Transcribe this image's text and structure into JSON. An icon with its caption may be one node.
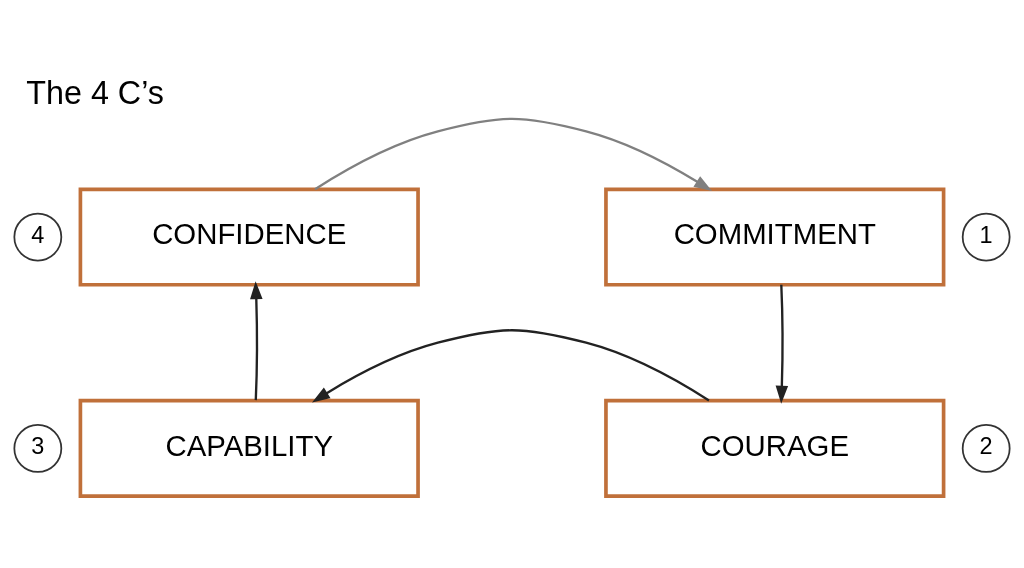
{
  "diagram": {
    "title": "The 4 C’s",
    "nodes": [
      {
        "text": [
          "CONFIDENCE"
        ],
        "beside": [
          "4"
        ]
      },
      {
        "text": [
          "COMMITMENT"
        ],
        "beside": [
          "1"
        ]
      },
      {
        "text": [
          "COURAGE"
        ],
        "beside": [
          "2"
        ]
      },
      {
        "text": [
          "CAPABILITY"
        ],
        "beside": [
          "3"
        ]
      }
    ],
    "edges": [
      {
        "from": 0,
        "to": 1,
        "arrow": "to",
        "color": "#808080"
      },
      {
        "from": 1,
        "to": 2,
        "arrow": "to"
      },
      {
        "from": 2,
        "to": 3,
        "arrow": "to"
      },
      {
        "from": 3,
        "to": 0,
        "arrow": "to"
      }
    ]
  }
}
